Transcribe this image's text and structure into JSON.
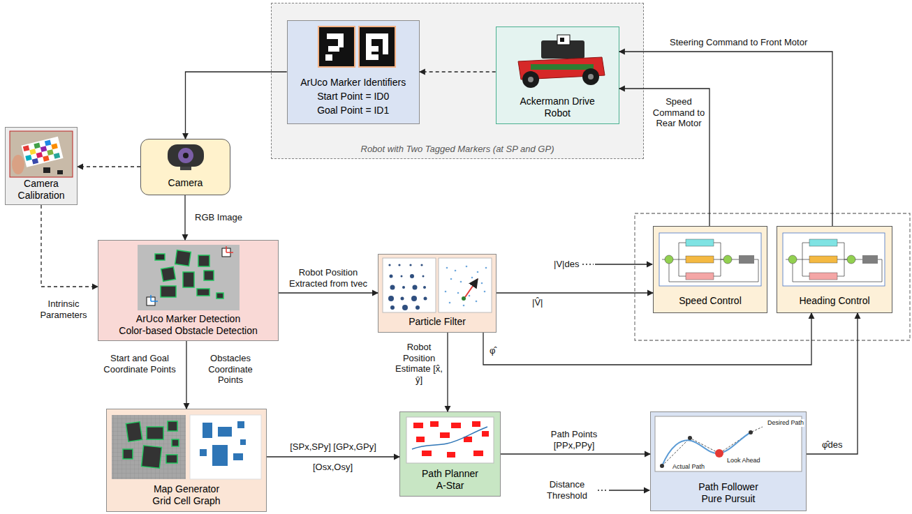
{
  "diagram": {
    "nodes": [
      {
        "text": [
          "Robot with Two Tagged Markers (at SP and GP)"
        ]
      },
      {
        "text": [
          "ArUco Marker Identifiers",
          "Start Point = ID0",
          "Goal Point = ID1"
        ],
        "in": 0
      },
      {
        "text": [
          "Ackermann Drive Robot"
        ],
        "in": 0
      },
      {
        "text": [
          "Camera"
        ]
      },
      {
        "text": [
          "Camera Calibration"
        ]
      },
      {
        "text": [
          "ArUco Marker Detection",
          "Color-based Obstacle Detection"
        ]
      },
      {
        "text": [
          "Particle Filter"
        ]
      },
      {
        "text": [
          "Speed Control"
        ]
      },
      {
        "text": [
          "Heading Control"
        ]
      },
      {
        "text": [
          "Map Generator",
          "Grid Cell Graph"
        ]
      },
      {
        "text": [
          "Path Planner",
          "A-Star"
        ]
      },
      {
        "text": [
          "Path Follower",
          "Pure Pursuit"
        ]
      }
    ],
    "edges": [
      {
        "from": 2,
        "to": 1,
        "arrow": "to"
      },
      {
        "from": 1,
        "to": 3,
        "arrow": "to"
      },
      {
        "from": 3,
        "to": 4,
        "arrow": "to"
      },
      {
        "from": 3,
        "to": 5,
        "label": "RGB Image",
        "arrow": "to"
      },
      {
        "from": 4,
        "to": 5,
        "label": "Intrinsic Parameters",
        "arrow": "to"
      },
      {
        "from": 5,
        "to": 6,
        "label": "Robot Position Extracted from tvec",
        "arrow": "to"
      },
      {
        "from": 5,
        "to": 9,
        "label": "Start and Goal Coordinate Points",
        "arrow": "to"
      },
      {
        "from": 9,
        "to": 10,
        "label": "[SPx,SPy] [GPx,GPy]",
        "arrow": "to"
      },
      {
        "from": 6,
        "to": 10,
        "label": "Robot Position Estimate [x̂, ŷ]",
        "arrow": "to"
      },
      {
        "from": 6,
        "to": 7,
        "label": "|V̂|",
        "arrow": "to"
      },
      {
        "from": 6,
        "to": 8,
        "label": "φ̂",
        "arrow": "to"
      },
      {
        "from": 10,
        "to": 11,
        "label": "Path Points [PPx,PPy]",
        "arrow": "to"
      },
      {
        "from": 11,
        "to": 8,
        "label": "φ̂des",
        "arrow": "to"
      },
      {
        "from": 7,
        "to": 2,
        "label": "Speed Command to Rear Motor",
        "arrow": "to"
      },
      {
        "from": 8,
        "to": 2,
        "label": "Steering Command to Front Motor",
        "arrow": "to"
      }
    ],
    "labels": [
      "Obstacles Coordinate Points",
      "[Osx,Osy]",
      "|V|des",
      "Distance Threshold",
      "Desired Path",
      "Look Ahead",
      "Actual Path"
    ]
  }
}
